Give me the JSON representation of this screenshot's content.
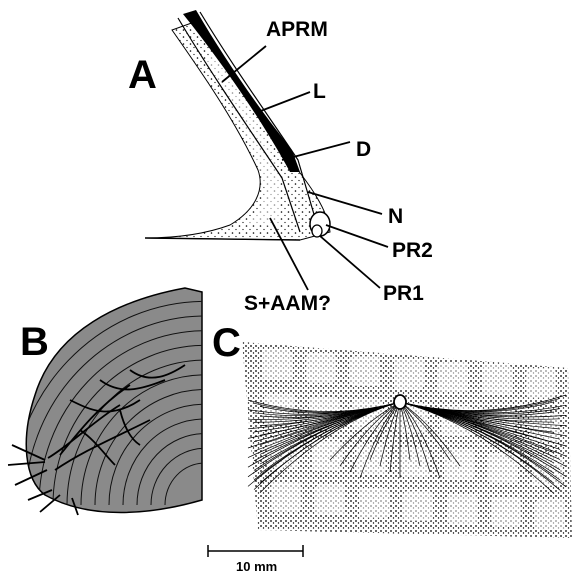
{
  "panels": {
    "a": "A",
    "b": "B",
    "c": "C"
  },
  "labels": {
    "aprm": "APRM",
    "l": "L",
    "d": "D",
    "n": "N",
    "pr2": "PR2",
    "pr1": "PR1",
    "s_aam": "S+AAM?"
  },
  "scale_bar": {
    "label": "10 mm"
  },
  "colors": {
    "ink": "#000000",
    "shade": "#8a8a8a",
    "background": "#ffffff"
  }
}
